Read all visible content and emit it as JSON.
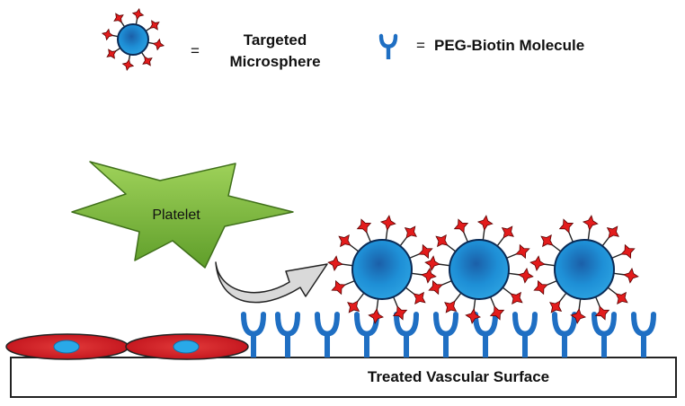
{
  "legend": {
    "microsphere_eq": "=",
    "microsphere_label_line1": "Targeted",
    "microsphere_label_line2": "Microsphere",
    "peg_eq": "=",
    "peg_label": "PEG-Biotin Molecule"
  },
  "platelet_label": "Platelet",
  "surface_label": "Treated Vascular Surface",
  "colors": {
    "sphere_core": "#1e8fd6",
    "sphere_outline": "#0a2a55",
    "ligand": "#e31c1c",
    "peg": "#1f6fc3",
    "platelet": "#7fbf3f",
    "cell": "#d61f1f",
    "nucleus": "#29a9e8",
    "arrow": "#d9d9d9"
  },
  "icons": [
    "microsphere-icon",
    "peg-biotin-icon",
    "platelet-shape",
    "curved-arrow-icon",
    "endothelial-cell-icon"
  ]
}
